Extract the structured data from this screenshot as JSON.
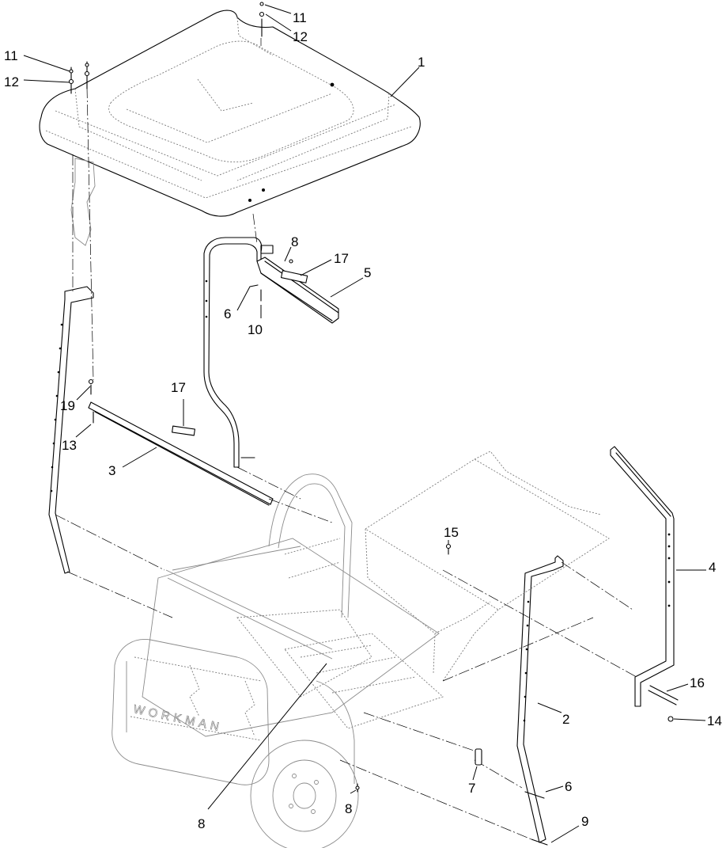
{
  "diagram": {
    "brand_text": "WORKMAN",
    "callouts": [
      {
        "id": "c11a",
        "text": "11"
      },
      {
        "id": "c12a",
        "text": "12"
      },
      {
        "id": "c11b",
        "text": "11"
      },
      {
        "id": "c12b",
        "text": "12"
      },
      {
        "id": "c1",
        "text": "1"
      },
      {
        "id": "c8a",
        "text": "8"
      },
      {
        "id": "c17a",
        "text": "17"
      },
      {
        "id": "c5",
        "text": "5"
      },
      {
        "id": "c6a",
        "text": "6"
      },
      {
        "id": "c10",
        "text": "10"
      },
      {
        "id": "c17b",
        "text": "17"
      },
      {
        "id": "c19",
        "text": "19"
      },
      {
        "id": "c13",
        "text": "13"
      },
      {
        "id": "c3",
        "text": "3"
      },
      {
        "id": "c15",
        "text": "15"
      },
      {
        "id": "c4",
        "text": "4"
      },
      {
        "id": "c16",
        "text": "16"
      },
      {
        "id": "c2",
        "text": "2"
      },
      {
        "id": "c14",
        "text": "14"
      },
      {
        "id": "c6b",
        "text": "6"
      },
      {
        "id": "c7",
        "text": "7"
      },
      {
        "id": "c9",
        "text": "9"
      },
      {
        "id": "c8b",
        "text": "8"
      },
      {
        "id": "c8c",
        "text": "8"
      }
    ]
  }
}
